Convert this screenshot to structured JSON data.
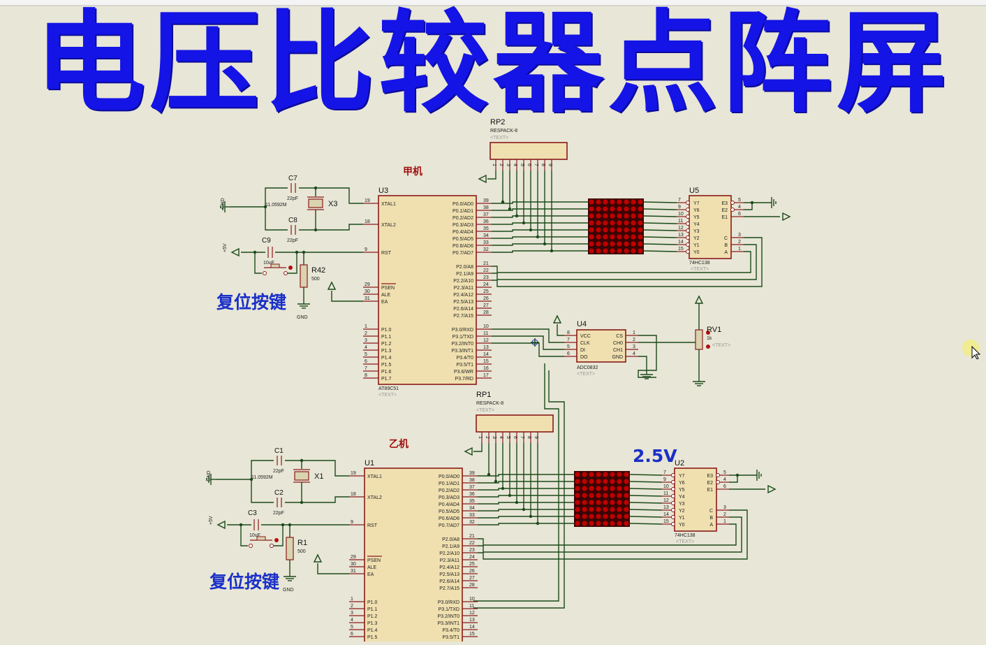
{
  "title": "电压比较器点阵屏",
  "labels": {
    "jia": "甲机",
    "yi": "乙机",
    "reset1": "复位按键",
    "reset2": "复位按键",
    "voltage": "2.5V"
  },
  "top": {
    "mcu": {
      "ref": "U3",
      "part": "AT89C51",
      "text": "<TEXT>"
    },
    "crystal": {
      "ref": "X3",
      "value": "11.0592M"
    },
    "c_a": {
      "ref": "C7",
      "value": "22pF"
    },
    "c_b": {
      "ref": "C8",
      "value": "22pF"
    },
    "c_reset": {
      "ref": "C9",
      "value": "10uF"
    },
    "res": {
      "ref": "R42",
      "value": "500"
    },
    "rp": {
      "ref": "RP2",
      "part": "RESPACK-8",
      "text": "<TEXT>"
    },
    "dec": {
      "ref": "U5",
      "part": "74HC138",
      "text": "<TEXT>"
    },
    "adc": {
      "ref": "U4",
      "part": "ADC0832",
      "text": "<TEXT>"
    },
    "pot": {
      "ref": "RV1",
      "value": "1k",
      "text": "<TEXT>"
    }
  },
  "bottom": {
    "mcu": {
      "ref": "U1",
      "part": "AT89C51"
    },
    "crystal": {
      "ref": "X1",
      "value": "11.0592M"
    },
    "c_a": {
      "ref": "C1",
      "value": "22pF"
    },
    "c_b": {
      "ref": "C2",
      "value": "22pF"
    },
    "c_reset": {
      "ref": "C3",
      "value": "10uF"
    },
    "res": {
      "ref": "R1",
      "value": "500"
    },
    "rp": {
      "ref": "RP1",
      "part": "RESPACK-8",
      "text": "<TEXT>"
    },
    "dec": {
      "ref": "U2",
      "part": "74HC138",
      "text": "<TEXT>"
    }
  },
  "power": {
    "gnd": "GND",
    "vcc": "+5V"
  },
  "mcu_pins": {
    "left_top": [
      {
        "num": "19",
        "name": "XTAL1"
      },
      {
        "num": "18",
        "name": "XTAL2"
      },
      {
        "num": "9",
        "name": "RST"
      },
      {
        "num": "29",
        "name": "PSEN"
      },
      {
        "num": "30",
        "name": "ALE"
      },
      {
        "num": "31",
        "name": "EA"
      }
    ],
    "p1": [
      {
        "num": "1",
        "name": "P1.0"
      },
      {
        "num": "2",
        "name": "P1.1"
      },
      {
        "num": "3",
        "name": "P1.2"
      },
      {
        "num": "4",
        "name": "P1.3"
      },
      {
        "num": "5",
        "name": "P1.4"
      },
      {
        "num": "6",
        "name": "P1.5"
      },
      {
        "num": "7",
        "name": "P1.6"
      },
      {
        "num": "8",
        "name": "P1.7"
      }
    ],
    "p0": [
      {
        "num": "39",
        "name": "P0.0/AD0"
      },
      {
        "num": "38",
        "name": "P0.1/AD1"
      },
      {
        "num": "37",
        "name": "P0.2/AD2"
      },
      {
        "num": "36",
        "name": "P0.3/AD3"
      },
      {
        "num": "35",
        "name": "P0.4/AD4"
      },
      {
        "num": "34",
        "name": "P0.5/AD5"
      },
      {
        "num": "33",
        "name": "P0.6/AD6"
      },
      {
        "num": "32",
        "name": "P0.7/AD7"
      }
    ],
    "p2": [
      {
        "num": "21",
        "name": "P2.0/A8"
      },
      {
        "num": "22",
        "name": "P2.1/A9"
      },
      {
        "num": "23",
        "name": "P2.2/A10"
      },
      {
        "num": "24",
        "name": "P2.3/A11"
      },
      {
        "num": "25",
        "name": "P2.4/A12"
      },
      {
        "num": "26",
        "name": "P2.5/A13"
      },
      {
        "num": "27",
        "name": "P2.6/A14"
      },
      {
        "num": "28",
        "name": "P2.7/A15"
      }
    ],
    "p3": [
      {
        "num": "10",
        "name": "P3.0/RXD"
      },
      {
        "num": "11",
        "name": "P3.1/TXD"
      },
      {
        "num": "12",
        "name": "P3.2/INT0"
      },
      {
        "num": "13",
        "name": "P3.3/INT1"
      },
      {
        "num": "14",
        "name": "P3.4/T0"
      },
      {
        "num": "15",
        "name": "P3.5/T1"
      },
      {
        "num": "16",
        "name": "P3.6/WR"
      },
      {
        "num": "17",
        "name": "P3.7/RD"
      }
    ]
  },
  "dec_pins": {
    "y": [
      {
        "num": "7",
        "name": "Y7"
      },
      {
        "num": "9",
        "name": "Y6"
      },
      {
        "num": "10",
        "name": "Y5"
      },
      {
        "num": "11",
        "name": "Y4"
      },
      {
        "num": "12",
        "name": "Y3"
      },
      {
        "num": "13",
        "name": "Y2"
      },
      {
        "num": "14",
        "name": "Y1"
      },
      {
        "num": "15",
        "name": "Y0"
      }
    ],
    "e": [
      {
        "num": "5",
        "name": "E3"
      },
      {
        "num": "4",
        "name": "E2"
      },
      {
        "num": "6",
        "name": "E1"
      }
    ],
    "sel": [
      {
        "num": "3",
        "name": "C"
      },
      {
        "num": "2",
        "name": "B"
      },
      {
        "num": "1",
        "name": "A"
      }
    ]
  },
  "adc_pins": {
    "left": [
      {
        "num": "8",
        "name": "VCC"
      },
      {
        "num": "7",
        "name": "CLK"
      },
      {
        "num": "5",
        "name": "DI"
      },
      {
        "num": "6",
        "name": "DO"
      }
    ],
    "right": [
      {
        "num": "1",
        "name": "CS"
      },
      {
        "num": "2",
        "name": "CH0"
      },
      {
        "num": "3",
        "name": "CH1"
      },
      {
        "num": "4",
        "name": "GND"
      }
    ]
  },
  "rp_pins": [
    "1",
    "2",
    "3",
    "4",
    "5",
    "6",
    "7",
    "8",
    "9"
  ],
  "colors": {
    "title": "#1414e6",
    "chip_fill": "#f0e0b0",
    "chip_border": "#8a1a1a",
    "wire": "#1a4a1a",
    "led_red": "#c00000",
    "background": "#e8e6d6"
  }
}
